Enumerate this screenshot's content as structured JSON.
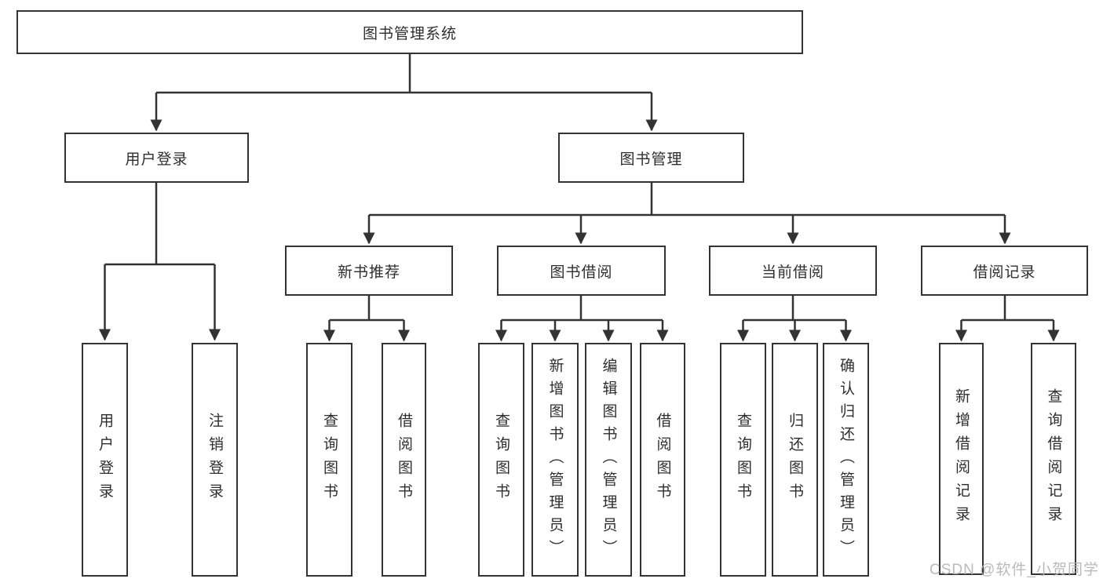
{
  "diagram": {
    "title": "图书管理系统",
    "root": "图书管理系统",
    "user_login": "用户登录",
    "book_management": "图书管理",
    "user_login_children": {
      "login": "用户登录",
      "logout": "注销登录"
    },
    "new_book_recommend": "新书推荐",
    "new_book_children": {
      "query": "查询图书",
      "borrow": "借阅图书"
    },
    "book_borrow": "图书借阅",
    "book_borrow_children": {
      "query": "查询图书",
      "add": "新增图书（管理员）",
      "edit": "编辑图书（管理员）",
      "borrow": "借阅图书"
    },
    "current_borrow": "当前借阅",
    "current_borrow_children": {
      "query": "查询图书",
      "return": "归还图书",
      "confirm": "确认归还（管理员）"
    },
    "borrow_records": "借阅记录",
    "borrow_records_children": {
      "add": "新增借阅记录",
      "query": "查询借阅记录"
    }
  },
  "watermark": "CSDN @软件_小贺同学",
  "colors": {
    "line": "#333333",
    "text": "#2e2e2e",
    "watermark": "#b3b3b3",
    "background": "#ffffff"
  }
}
